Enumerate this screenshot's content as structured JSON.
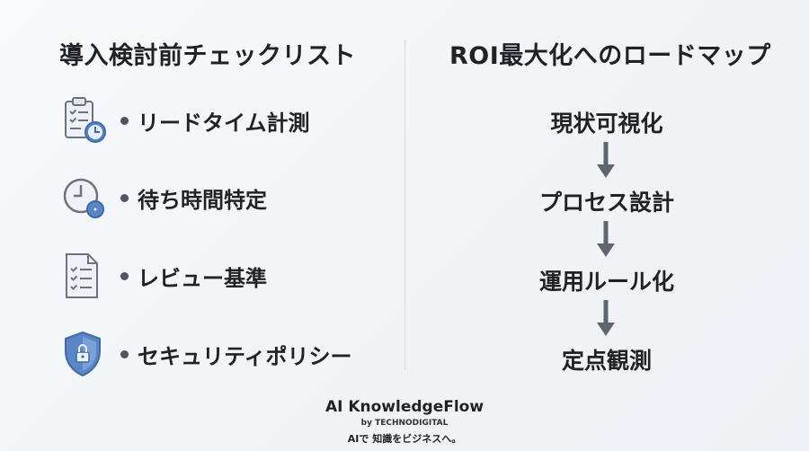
{
  "checklist": {
    "title": "導入検討前チェックリスト",
    "items": [
      {
        "label": "リードタイム計測",
        "icon": "clipboard-clock-icon"
      },
      {
        "label": "待ち時間特定",
        "icon": "clock-icon"
      },
      {
        "label": "レビュー基準",
        "icon": "checklist-document-icon"
      },
      {
        "label": "セキュリティポリシー",
        "icon": "shield-lock-icon"
      }
    ]
  },
  "roadmap": {
    "title": "ROI最大化へのロードマップ",
    "steps": [
      "現状可視化",
      "プロセス設計",
      "運用ルール化",
      "定点観測"
    ]
  },
  "footer": {
    "brand": "AI KnowledgeFlow",
    "by": "by TECHNODIGITAL",
    "tagline": "AIで 知識をビジネスへ。"
  },
  "colors": {
    "icon_blue": "#5b86c5",
    "icon_gray": "#6b7280",
    "arrow": "#5f6670"
  }
}
